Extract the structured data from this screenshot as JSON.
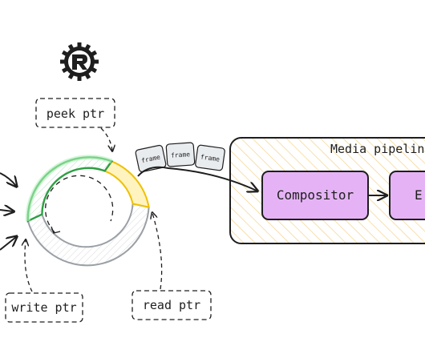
{
  "labels": {
    "peek": "peek ptr",
    "write": "write ptr",
    "read": "read ptr",
    "pipeline_title": "Media pipeline",
    "compositor": "Compositor",
    "next_stage_partial": "E",
    "frames": [
      "frame",
      "frame",
      "frame"
    ]
  },
  "colors": {
    "stroke": "#1e1e1e",
    "written_fill": "#b2f2bb",
    "written_stroke": "#2f9e44",
    "peek_fill": "#ffec99",
    "peek_stroke": "#f0c000",
    "empty_fill": "#dee2e6",
    "empty_stroke": "#9aa0a6",
    "pipeline_hatch": "#f5d28a",
    "stage_fill": "#e5b3f5",
    "frame_fill": "#e9ecef"
  },
  "icons": {
    "logo": "rust-gear-logo"
  }
}
